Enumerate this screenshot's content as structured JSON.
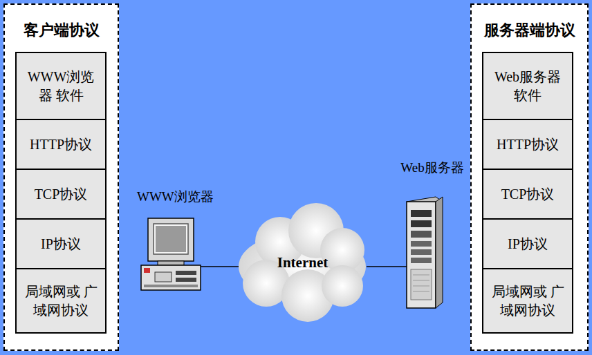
{
  "diagram": {
    "nodes": [
      {
        "text": [
          "客户端协议"
        ]
      },
      {
        "text": [
          "WWW浏览器 软件"
        ],
        "in": 0
      },
      {
        "text": [
          "HTTP协议"
        ],
        "in": 0
      },
      {
        "text": [
          "TCP协议"
        ],
        "in": 0
      },
      {
        "text": [
          "IP协议"
        ],
        "in": 0
      },
      {
        "text": [
          "局域网或 广域网协议"
        ],
        "in": 0
      },
      {
        "text": [
          "WWW浏览器"
        ]
      },
      {
        "text": [
          "Internet"
        ]
      },
      {
        "text": [
          "Web服务器"
        ]
      },
      {
        "text": [
          "服务器端协议"
        ]
      },
      {
        "text": [
          "Web服务器 软件"
        ],
        "in": 9
      },
      {
        "text": [
          "HTTP协议"
        ],
        "in": 9
      },
      {
        "text": [
          "TCP协议"
        ],
        "in": 9
      },
      {
        "text": [
          "IP协议"
        ],
        "in": 9
      },
      {
        "text": [
          "局域网或 广域网协议"
        ],
        "in": 9
      }
    ],
    "edges": [
      {
        "from": 6,
        "to": 7,
        "arrow": "none"
      },
      {
        "from": 7,
        "to": 8,
        "arrow": "none"
      }
    ]
  }
}
